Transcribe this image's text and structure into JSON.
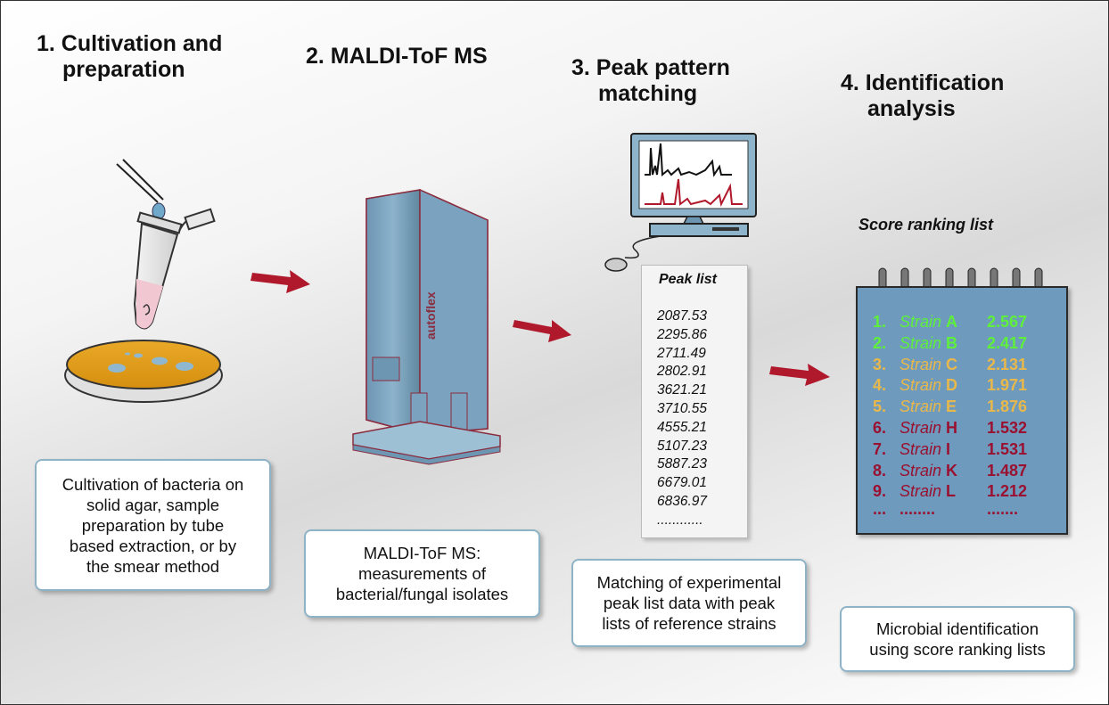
{
  "steps": [
    {
      "title_lines": [
        "1. Cultivation and",
        "preparation"
      ],
      "desc_lines": [
        "Cultivation of bacteria on",
        "solid agar, sample",
        "preparation by tube",
        "based extraction, or by",
        "the smear method"
      ]
    },
    {
      "title_lines": [
        "2. MALDI-ToF MS"
      ],
      "desc_lines": [
        "MALDI-ToF MS:",
        "measurements of",
        "bacterial/fungal isolates"
      ]
    },
    {
      "title_lines": [
        "3. Peak pattern",
        "matching"
      ],
      "desc_lines": [
        "Matching of experimental",
        "peak list data with peak",
        "lists of reference strains"
      ]
    },
    {
      "title_lines": [
        "4. Identification",
        "analysis"
      ],
      "desc_lines": [
        "Microbial identification",
        "using score ranking lists"
      ]
    }
  ],
  "peak_list": {
    "heading": "Peak list",
    "values": [
      "2087.53",
      "2295.86",
      "2711.49",
      "2802.91",
      "3621.21",
      "3710.55",
      "4555.21",
      "5107.23",
      "5887.23",
      "6679.01",
      "6836.97",
      "............"
    ]
  },
  "score_list": {
    "title": "Score ranking list",
    "strain_word": "Strain",
    "rows": [
      {
        "num": "1.",
        "letter": "A",
        "score": "2.567",
        "color": "#5ef03a"
      },
      {
        "num": "2.",
        "letter": "B",
        "score": "2.417",
        "color": "#5ef03a"
      },
      {
        "num": "3.",
        "letter": "C",
        "score": "2.131",
        "color": "#e9b84a"
      },
      {
        "num": "4.",
        "letter": "D",
        "score": "1.971",
        "color": "#e9b84a"
      },
      {
        "num": "5.",
        "letter": "E",
        "score": "1.876",
        "color": "#e9b84a"
      },
      {
        "num": "6.",
        "letter": "H",
        "score": "1.532",
        "color": "#9a1030"
      },
      {
        "num": "7.",
        "letter": "I",
        "score": "1.531",
        "color": "#9a1030"
      },
      {
        "num": "8.",
        "letter": "K",
        "score": "1.487",
        "color": "#9a1030"
      },
      {
        "num": "9.",
        "letter": "L",
        "score": "1.212",
        "color": "#9a1030"
      }
    ],
    "ellipsis_num": "...",
    "ellipsis_strain": "........",
    "ellipsis_score": "......."
  },
  "instrument_label": "autoflex",
  "colors": {
    "arrow": "#b0182c",
    "instrument": "#7ba3bf",
    "board": "#6e9bbd",
    "box_border": "#8fb3c6"
  }
}
